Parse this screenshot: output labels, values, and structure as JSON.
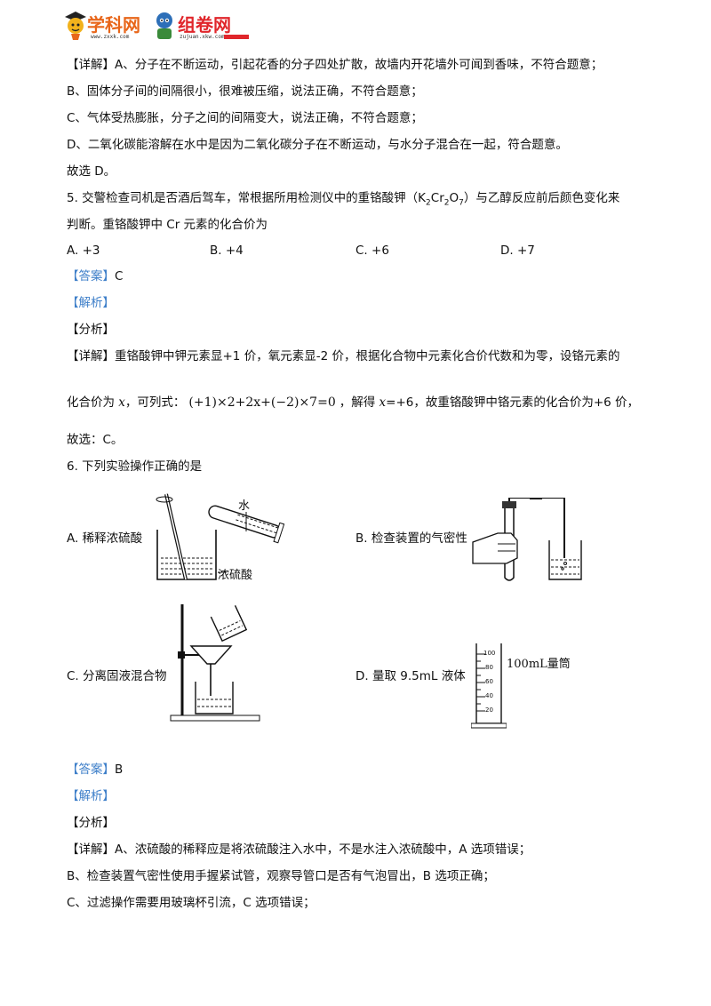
{
  "header": {
    "logo1_title": "学科网",
    "logo1_sub": "www.zxxk.com",
    "logo2_title": "组卷网",
    "logo2_sub": "zujuan.xkw.com"
  },
  "q4_tail": {
    "detail_tag": "【详解】",
    "lineA": "A、分子在不断运动，引起花香的分子四处扩散，故墙内开花墙外可闻到香味，不符合题意；",
    "lineB": "B、固体分子间的间隔很小，很难被压缩，说法正确，不符合题意；",
    "lineC": "C、气体受热膨胀，分子之间的间隔变大，说法正确，不符合题意；",
    "lineD": "D、二氧化碳能溶解在水中是因为二氧化碳分子在不断运动，与水分子混合在一起，符合题意。",
    "choose": "故选 D。"
  },
  "q5": {
    "stem1_a": "5. 交警检查司机是否酒后驾车，常根据所用检测仪中的重铬酸钾（K",
    "sub2a": "2",
    "cr": "Cr",
    "sub2b": "2",
    "o": "O",
    "sub7": "7",
    "stem1_b": "）与乙醇反应前后颜色变化来",
    "stem2": "判断。重铬酸钾中 Cr 元素的化合价为",
    "options": [
      "A. +3",
      "B. +4",
      "C. +6",
      "D. +7"
    ],
    "answer_tag": "【答案】",
    "answer": "C",
    "analysis_tag": "【解析】",
    "fenxi_tag": "【分析】",
    "detail_tag": "【详解】",
    "detail1": "重铬酸钾中钾元素显+1 价，氧元素显-2 价，根据化合物中元素化合价代数和为零，设铬元素的",
    "detail2_a": "化合价为 ",
    "detail2_var": "x",
    "detail2_b": "，可列式：",
    "formula": "(+1)×2+2x+(−2)×7=0",
    "detail2_c": "，解得 ",
    "detail2_d": "=+6，故重铬酸钾中铬元素的化合价为+6 价，",
    "choose": "故选：C。"
  },
  "q6": {
    "stem": "6. 下列实验操作正确的是",
    "optA": "A. 稀释浓硫酸",
    "optB": "B. 检查装置的气密性",
    "optC": "C. 分离固液混合物",
    "optD": "D. 量取 9.5mL 液体",
    "figA_water": "水",
    "figA_acid": "浓硫酸",
    "figD_label": "100mL量筒",
    "figD_ticks": [
      "100",
      "80",
      "60",
      "40",
      "20"
    ],
    "answer_tag": "【答案】",
    "answer": "B",
    "analysis_tag": "【解析】",
    "fenxi_tag": "【分析】",
    "detail_tag": "【详解】",
    "detailA": "A、浓硫酸的稀释应是将浓硫酸注入水中，不是水注入浓硫酸中，A 选项错误；",
    "detailB": "B、检查装置气密性使用手握紧试管，观察导管口是否有气泡冒出，B 选项正确；",
    "detailC": "C、过滤操作需要用玻璃杯引流，C 选项错误；"
  },
  "colors": {
    "tag_blue": "#3e7fc9",
    "logo_orange": "#e8661a",
    "logo_red": "#e0262b",
    "logo_green": "#3a8a3a"
  }
}
